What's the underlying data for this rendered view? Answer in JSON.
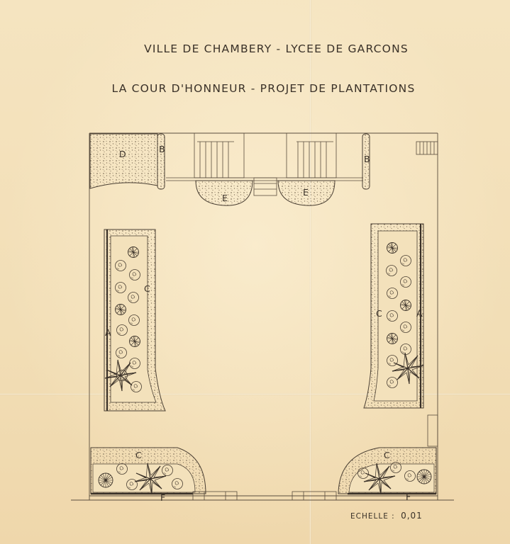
{
  "title_line1": "VILLE DE CHAMBERY - LYCEE DE GARCONS",
  "title_line2": "LA COUR D'HONNEUR - PROJET DE PLANTATIONS",
  "scale_label": "ECHELLE :",
  "scale_value": "0,01",
  "bed_labels": {
    "a": "A",
    "b": "B",
    "c": "C",
    "d": "D",
    "e": "E",
    "f": "F"
  }
}
